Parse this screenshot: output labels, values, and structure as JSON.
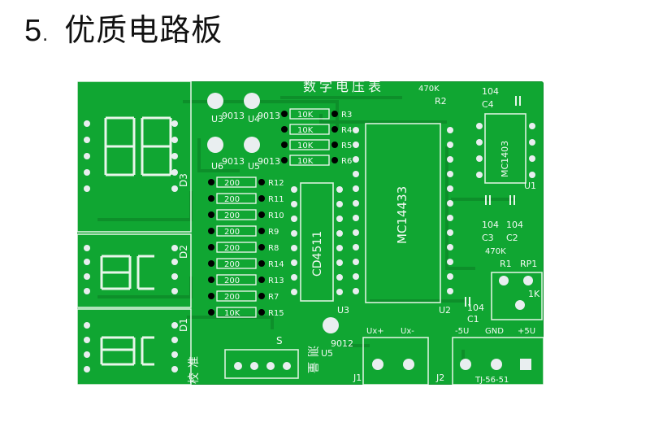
{
  "heading": {
    "number": "5",
    "separator": ".",
    "title": "优质电路板"
  },
  "board": {
    "title_chars": [
      "数",
      "字",
      "电",
      "压",
      "表"
    ],
    "chips": {
      "u1": "MC1403",
      "u2": "MC14433",
      "u3": "CD4511"
    },
    "chip_refs": {
      "u1": "U1",
      "u2": "U2",
      "u3": "U3"
    },
    "transistors": [
      {
        "ref": "U3",
        "part": "9013"
      },
      {
        "ref": "U4",
        "part": "9013"
      },
      {
        "ref": "U6",
        "part": "9013"
      },
      {
        "ref": "U5",
        "part": "9013"
      },
      {
        "ref": "U5",
        "part": "9012"
      }
    ],
    "top_resistors": [
      {
        "value": "10K",
        "ref": "R3"
      },
      {
        "value": "10K",
        "ref": "R4"
      },
      {
        "value": "10K",
        "ref": "R5"
      },
      {
        "value": "10K",
        "ref": "R6"
      }
    ],
    "segment_resistors": [
      {
        "value": "200",
        "ref": "R12"
      },
      {
        "value": "200",
        "ref": "R11"
      },
      {
        "value": "200",
        "ref": "R10"
      },
      {
        "value": "200",
        "ref": "R9"
      },
      {
        "value": "200",
        "ref": "R8"
      },
      {
        "value": "200",
        "ref": "R14"
      },
      {
        "value": "200",
        "ref": "R13"
      },
      {
        "value": "200",
        "ref": "R7"
      },
      {
        "value": "10K",
        "ref": "R15"
      }
    ],
    "r2": {
      "value": "470K",
      "ref": "R2"
    },
    "r1": {
      "value": "470K",
      "ref": "R1"
    },
    "c4": {
      "value": "104",
      "ref": "C4"
    },
    "c3": {
      "value": "104",
      "ref": "C3"
    },
    "c2": {
      "value": "104",
      "ref": "C2"
    },
    "c1": {
      "value": "104",
      "ref": "C1"
    },
    "rp1": {
      "ref": "RP1",
      "value": "1K"
    },
    "displays": [
      "D3",
      "D2",
      "D1"
    ],
    "switch": {
      "label": "S",
      "left_chars": [
        "校",
        "准"
      ],
      "right_chars": [
        "测",
        "量"
      ]
    },
    "j1": {
      "ref": "J1",
      "pins": [
        "Ux+",
        "Ux-"
      ]
    },
    "j2": {
      "ref": "J2",
      "pins": [
        "-5U",
        "GND",
        "+5U"
      ],
      "model": "TJ-56-51"
    }
  }
}
